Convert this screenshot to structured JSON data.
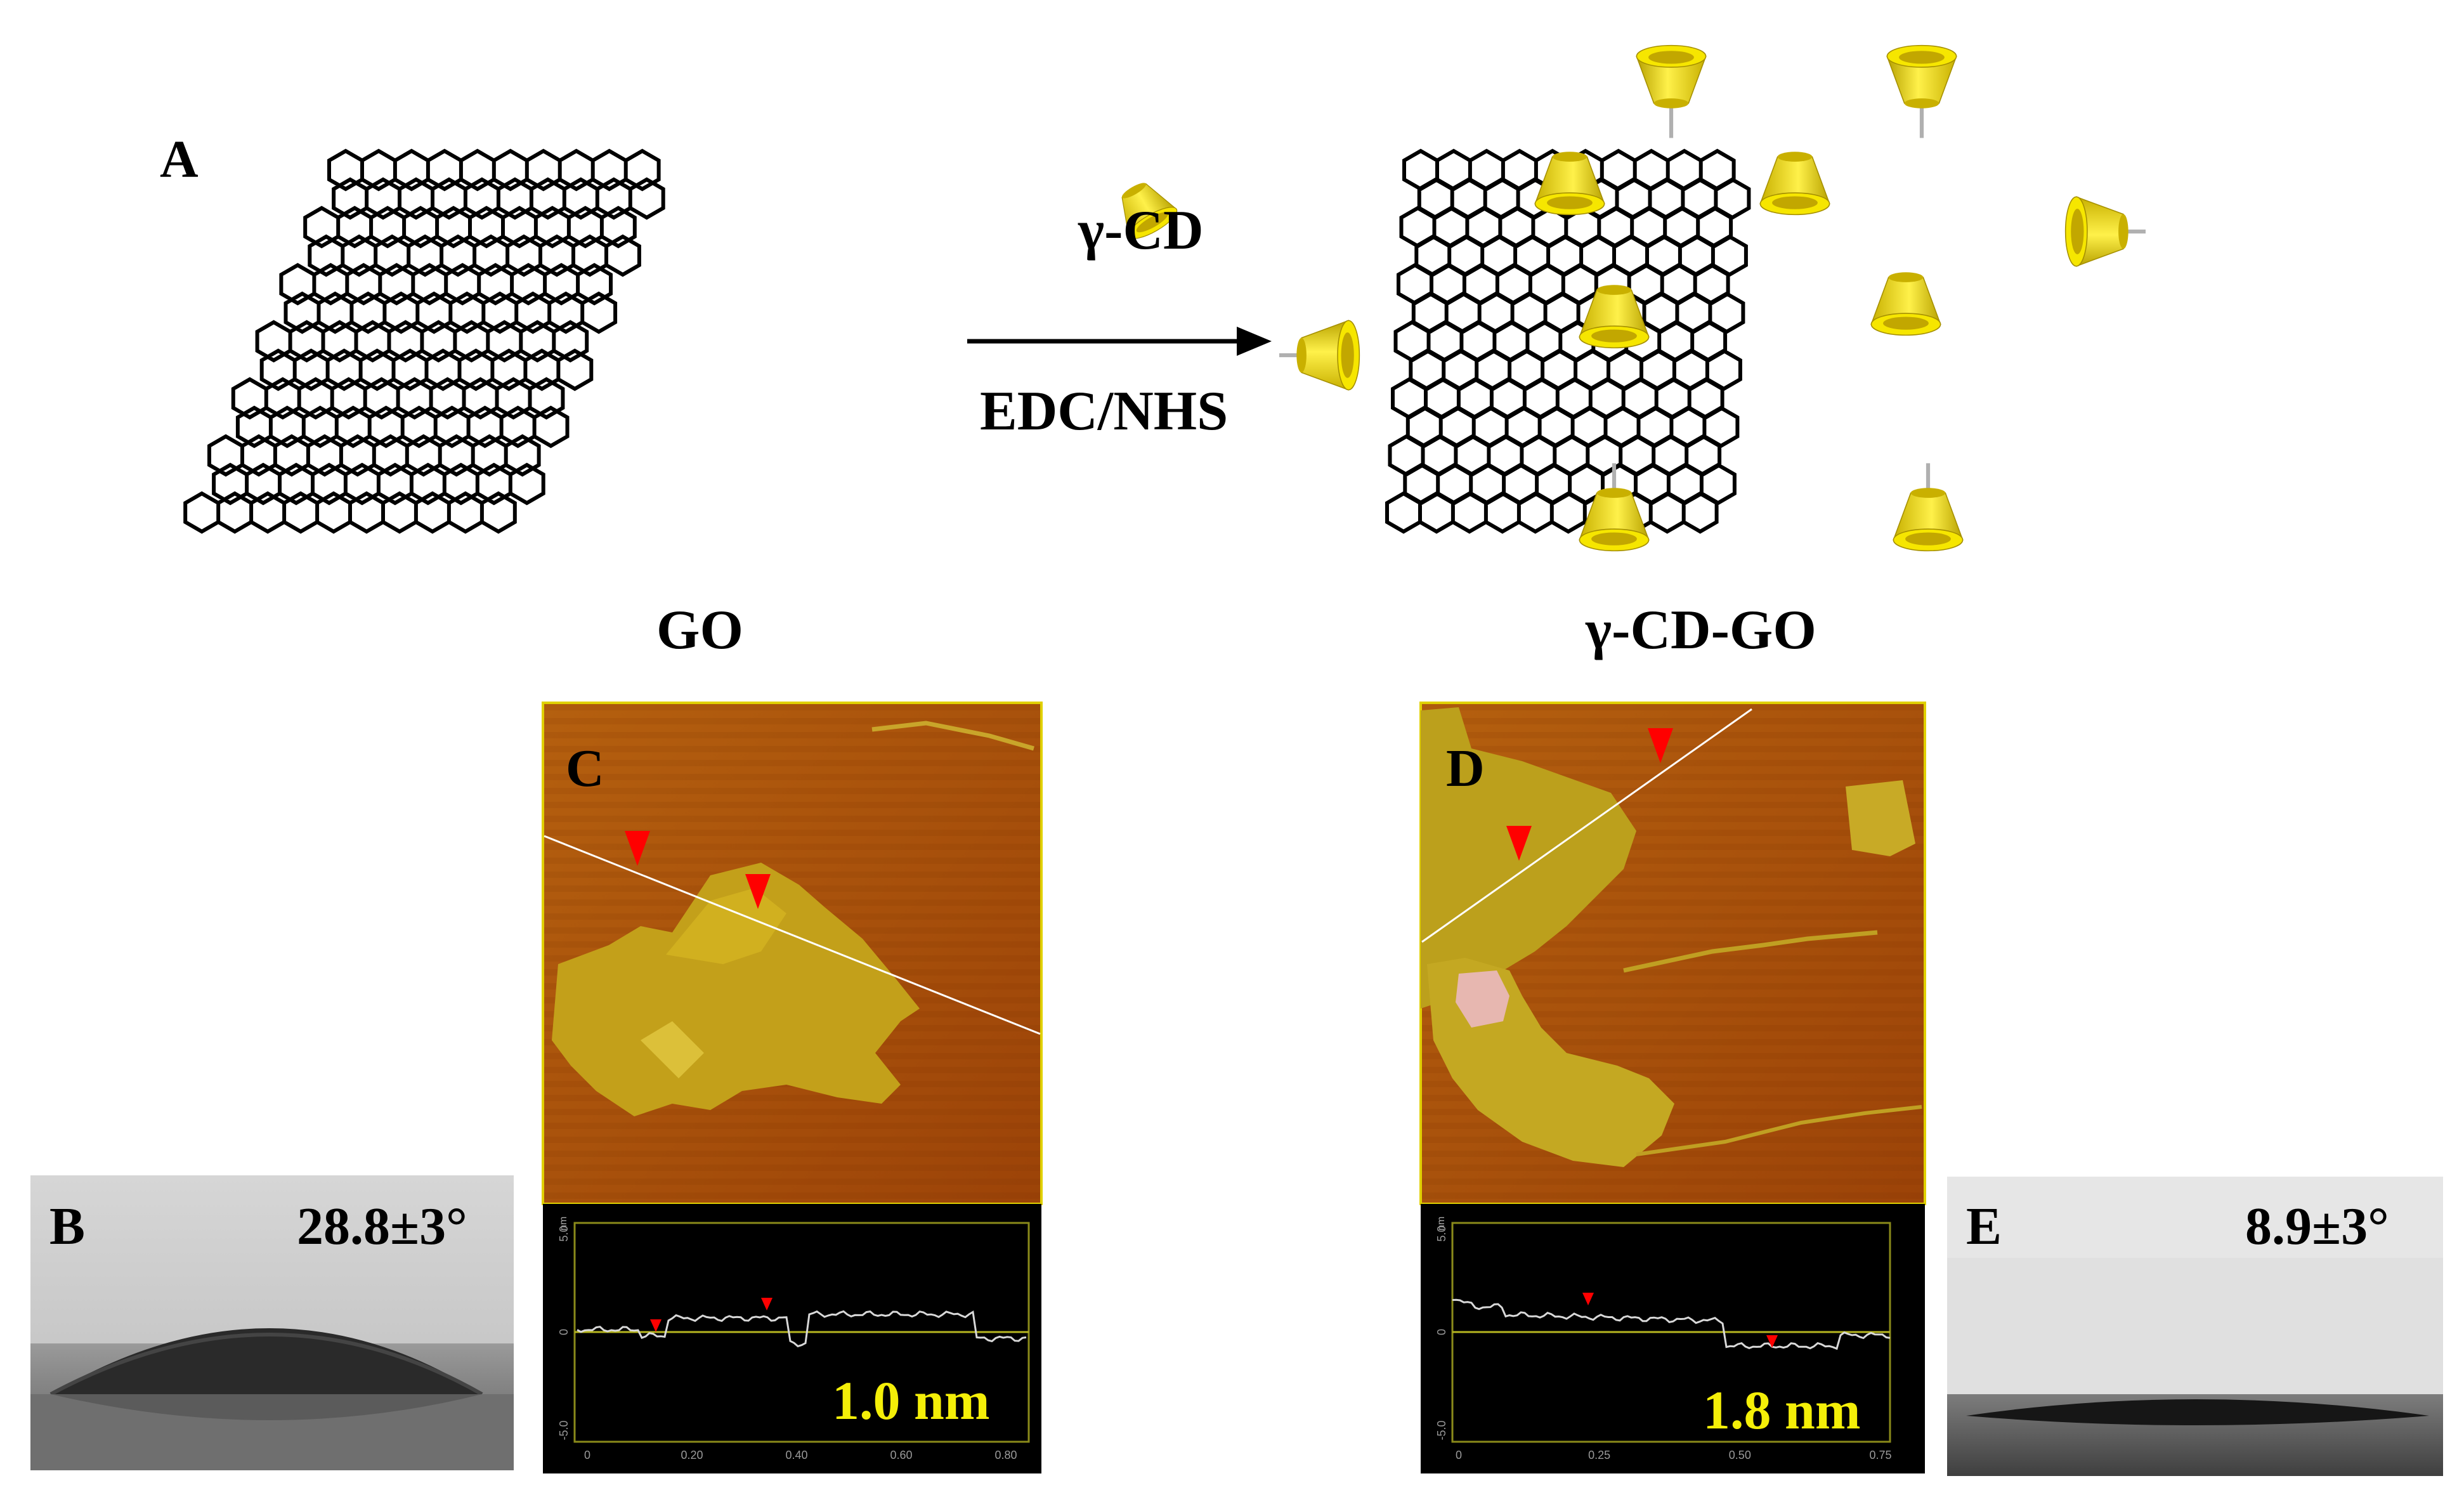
{
  "panel_labels": {
    "a": "A",
    "b": "B",
    "c": "C",
    "d": "D",
    "e": "E"
  },
  "scheme": {
    "reagent": "γ-CD",
    "conditions": "EDC/NHS",
    "start_label": "GO",
    "product_label": "γ-CD-GO"
  },
  "contact_angle": {
    "go": "28.8±3°",
    "cd_go": "8.9±3°"
  },
  "afm": {
    "go": {
      "height_label": "1.0 nm",
      "y_unit": "nm",
      "y_ticks": [
        "5.0",
        "0",
        "-5.0"
      ],
      "x_ticks": [
        "0",
        "0.20",
        "0.40",
        "0.60",
        "0.80"
      ]
    },
    "cd_go": {
      "height_label": "1.8 nm",
      "y_unit": "nm",
      "y_ticks": [
        "5.0",
        "0",
        "-5.0"
      ],
      "x_ticks": [
        "0",
        "0.25",
        "0.50",
        "0.75"
      ]
    }
  },
  "colors": {
    "cd_yellow": "#f2e000",
    "afm_dark": "#a64a0c",
    "afm_light": "#c9b21e",
    "marker_red": "#ff0000",
    "label_yellow": "#f4ef08"
  }
}
